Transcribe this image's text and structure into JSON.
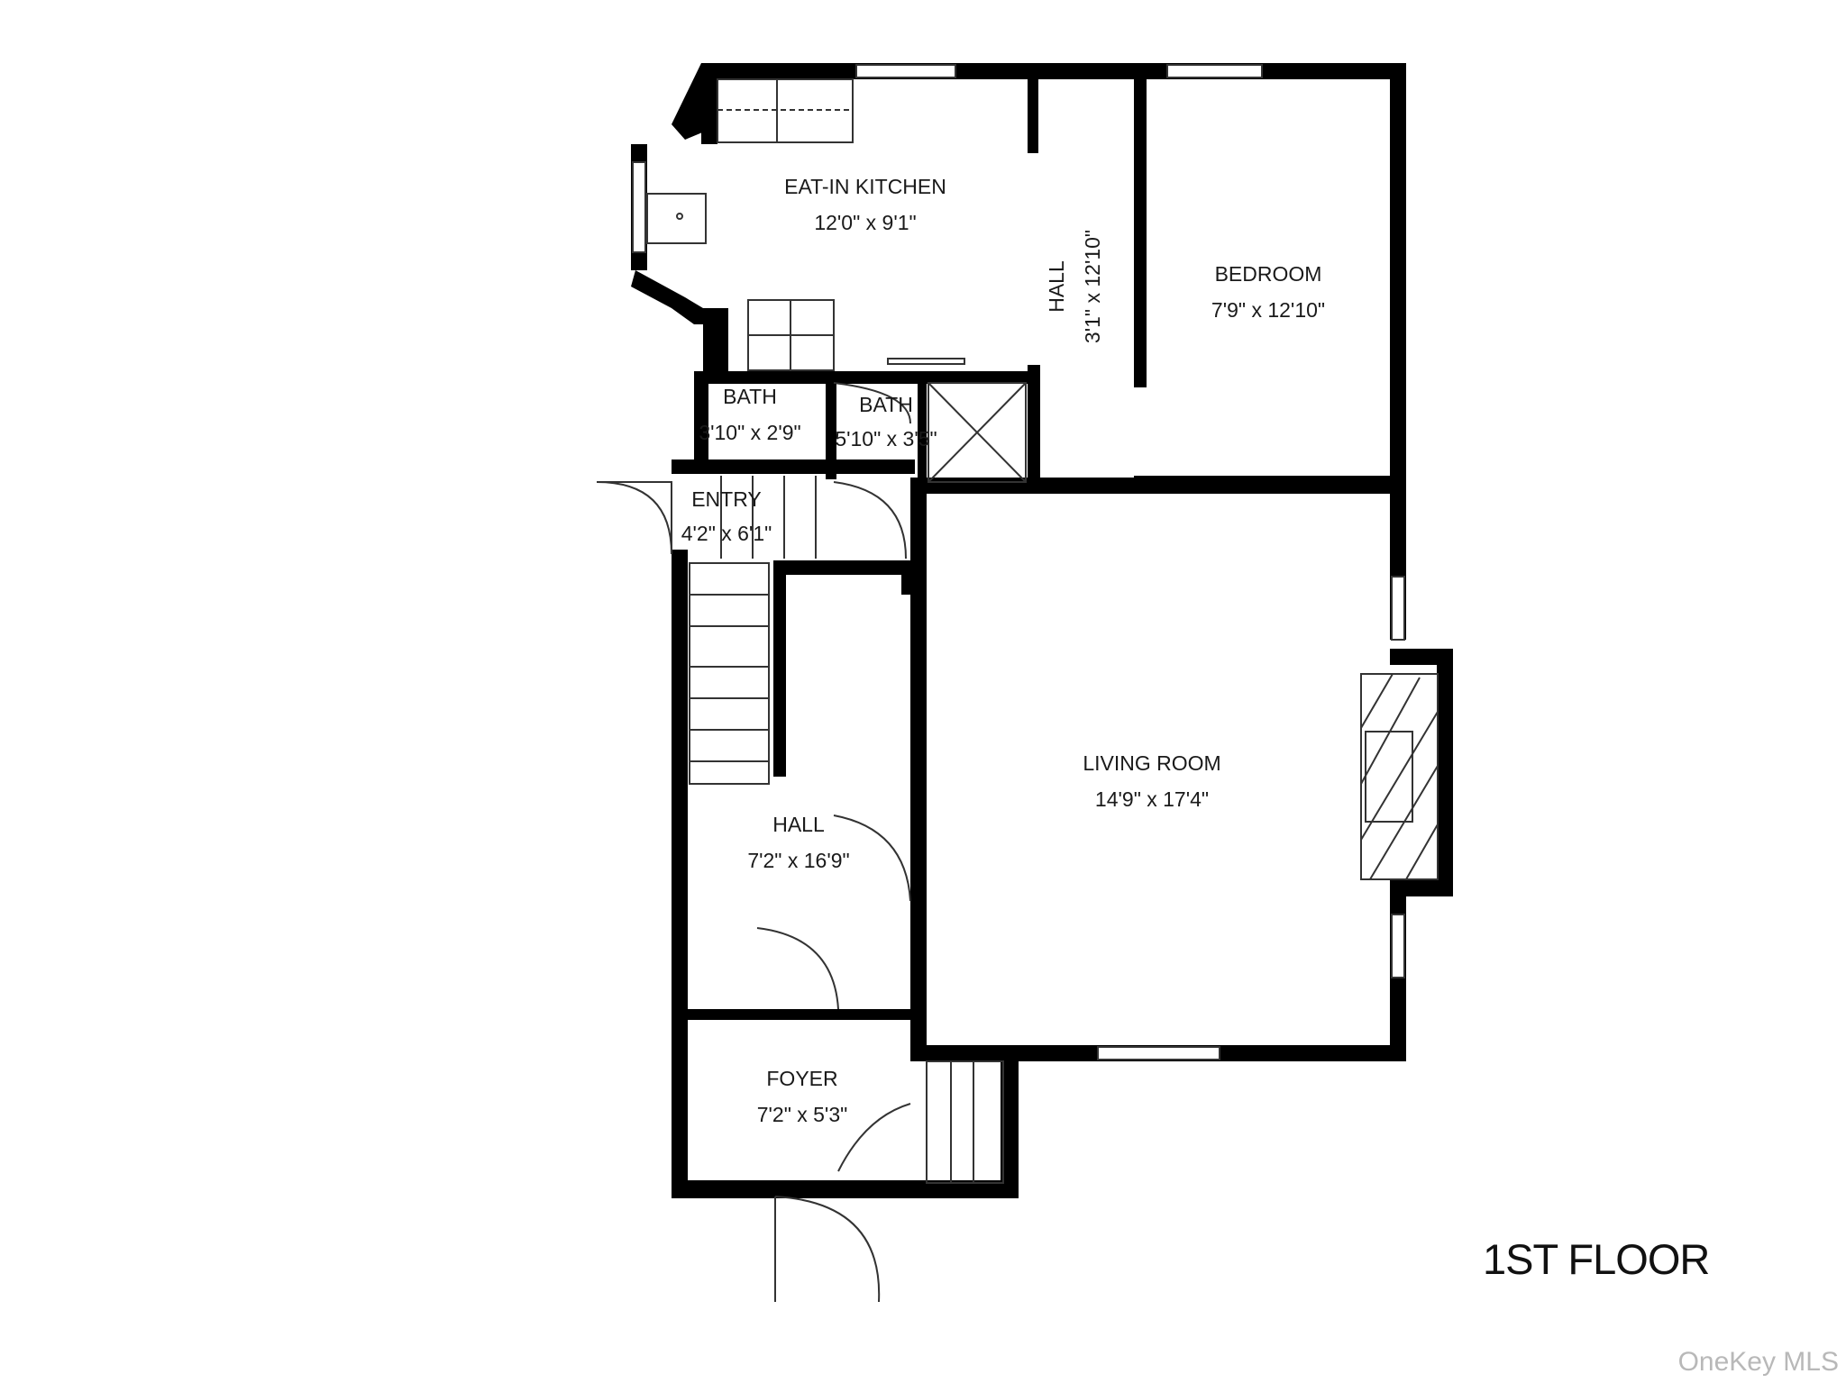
{
  "floor": {
    "title": "1ST FLOOR"
  },
  "watermark": "OneKey MLS",
  "rooms": [
    {
      "id": "kitchen",
      "name": "EAT-IN KITCHEN",
      "size": "12'0\" x 9'1\""
    },
    {
      "id": "hall_upper",
      "name": "HALL",
      "size": "3'1\" x 12'10\""
    },
    {
      "id": "bedroom",
      "name": "BEDROOM",
      "size": "7'9\" x 12'10\""
    },
    {
      "id": "bath_small",
      "name": "BATH",
      "size": "3'10\" x 2'9\""
    },
    {
      "id": "bath_large",
      "name": "BATH",
      "size": "5'10\" x 3'5\""
    },
    {
      "id": "entry",
      "name": "ENTRY",
      "size": "4'2\" x 6'1\""
    },
    {
      "id": "hall_lower",
      "name": "HALL",
      "size": "7'2\" x 16'9\""
    },
    {
      "id": "living",
      "name": "LIVING ROOM",
      "size": "14'9\" x 17'4\""
    },
    {
      "id": "foyer",
      "name": "FOYER",
      "size": "7'2\" x 5'3\""
    }
  ],
  "colors": {
    "wall": "#000000",
    "line": "#333333",
    "background": "#ffffff"
  }
}
